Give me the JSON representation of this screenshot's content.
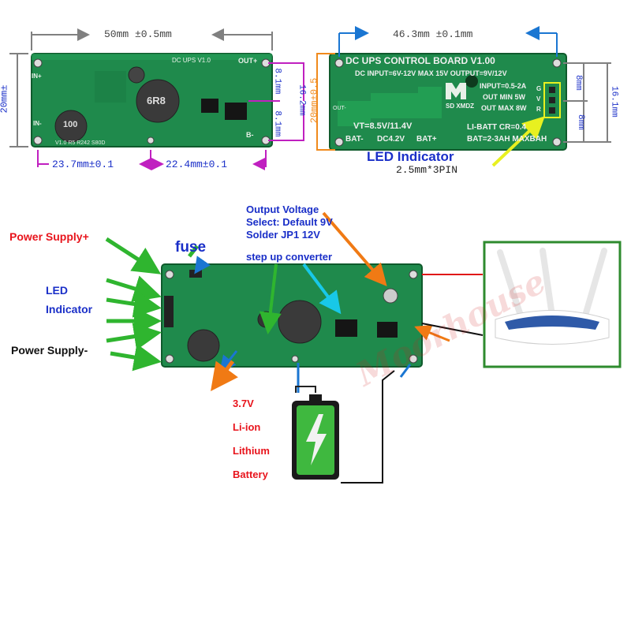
{
  "top_left": {
    "width_dim": "50mm ±0.5mm",
    "height_dim": "20mm±",
    "dim_right_top": "8.1mm",
    "dim_right_total": "16.2mm",
    "dim_right_bottom": "8.1mm",
    "dim_bottom_left": "23.7mm±0.1",
    "dim_bottom_right": "22.4mm±0.1",
    "silk": {
      "title": "DC UPS V1.0",
      "out_plus": "OUT+",
      "b_minus": "B-",
      "in_plus": "IN+",
      "in_minus": "IN-",
      "inductor_left": "100",
      "inductor_center": "6R8",
      "footer": "V1.0  R5  R242  S80D"
    }
  },
  "top_right": {
    "width_dim": "46.3mm ±0.1mm",
    "height_dim": "20mm±0.5",
    "dim_right_top": "8mm",
    "dim_right_total": "16.1mm",
    "dim_right_bottom": "8mm",
    "silk": {
      "title": "DC UPS CONTROL BOARD V1.00",
      "line2": "DC INPUT=6V-12V MAX 15V OUTPUT=9V/12V",
      "input": "INPUT=0.5-2A",
      "out_min": "OUT MIN 5W",
      "out_max": "OUT MAX 8W",
      "vt": "VT=8.5V/11.4V",
      "li_batt": "LI-BATT CR=0.4",
      "bat_cap": "BAT=2-3AH MAXBAH",
      "bat_minus": "BAT-",
      "dc42": "DC4.2V",
      "bat_plus": "BAT+",
      "logo_sd": "SD XMDZ",
      "out_label": "OUT-",
      "g": "G",
      "v": "V",
      "r": "R"
    },
    "led_title": "LED Indicator",
    "led_pin": "2.5mm*3PIN"
  },
  "labels": {
    "output_voltage_1": "Output Voltage",
    "output_voltage_2": "Select: Default 9V",
    "output_voltage_3": "Solder JP1 12V",
    "power_supply_plus": "Power Supply+",
    "fuse": "fuse",
    "step_up": "step up converter",
    "led_1": "LED",
    "led_2": "Indicator",
    "power_supply_minus": "Power Supply-",
    "battery_1": "3.7V",
    "battery_2": "Li-ion",
    "battery_3": "Lithium",
    "battery_4": "Battery"
  },
  "watermark": "Moorhouse",
  "colors": {
    "pcb": "#1f8a4c",
    "pcb_dark": "#15693a",
    "dim_gray": "#808080",
    "dim_blue": "#1a76d2",
    "dim_magenta": "#c020c0",
    "dim_orange": "#f08a1c",
    "arrow_green": "#2fb52f",
    "arrow_orange": "#f07a14",
    "arrow_blue": "#1a76d2",
    "arrow_cyan": "#18c8e8",
    "arrow_yellow": "#e8f020",
    "router_frame": "#2e8b2e"
  }
}
